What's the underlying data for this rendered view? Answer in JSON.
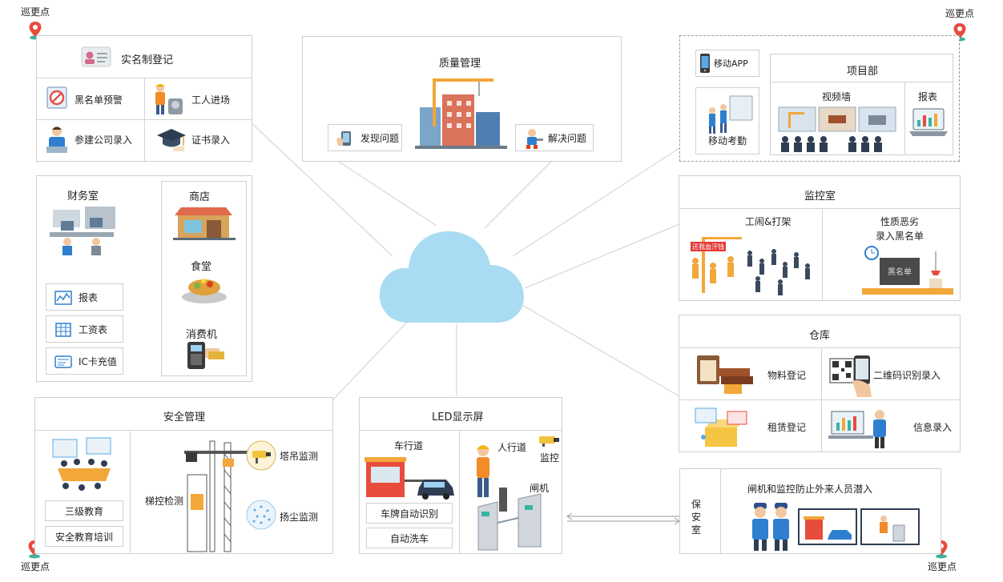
{
  "patrol_points": [
    "巡更点",
    "巡更点",
    "巡更点",
    "巡更点"
  ],
  "realname": {
    "title": "实名制登记",
    "blacklist": "黑名单预警",
    "worker_entry": "工人进场",
    "company_entry": "参建公司录入",
    "certificate": "证书录入"
  },
  "finance": {
    "office": "财务室",
    "report": "报表",
    "payroll": "工资表",
    "ic_recharge": "IC卡充值",
    "shop": "商店",
    "canteen": "食堂",
    "pos": "消费机"
  },
  "quality": {
    "title": "质量管理",
    "find": "发现问题",
    "solve": "解决问题"
  },
  "project": {
    "mobile_app": "移动APP",
    "mobile_attendance": "移动考勤",
    "title": "项目部",
    "video_wall": "视频墙",
    "report": "报表"
  },
  "monitor": {
    "title": "监控室",
    "strike": "工闹&打架",
    "banner": "还我血汗钱",
    "malicious_1": "性质恶劣",
    "malicious_2": "录入黑名单",
    "blacklist_board": "黑名单"
  },
  "warehouse": {
    "title": "仓库",
    "material": "物料登记",
    "qrcode": "二维码识别录入",
    "rental": "租赁登记",
    "info": "信息录入"
  },
  "safety": {
    "title": "安全管理",
    "three_level": "三级教育",
    "training": "安全教育培训",
    "elevator": "梯控检测",
    "crane": "塔吊监测",
    "dust": "扬尘监测"
  },
  "led": {
    "title": "LED显示屏",
    "vehicle_lane": "车行道",
    "plate": "车牌自动识别",
    "wash": "自动洗车",
    "pedestrian": "人行道",
    "camera": "监控",
    "gate": "闸机"
  },
  "guard": {
    "room": "保安室",
    "desc": "闸机和监控防止外来人员潜入"
  },
  "colors": {
    "cloud": "#a9dcf2",
    "pin": "#e84c3d",
    "pin_base": "#3bb3a3",
    "border": "#cfcfcf",
    "accent_blue": "#2e7fd0"
  }
}
